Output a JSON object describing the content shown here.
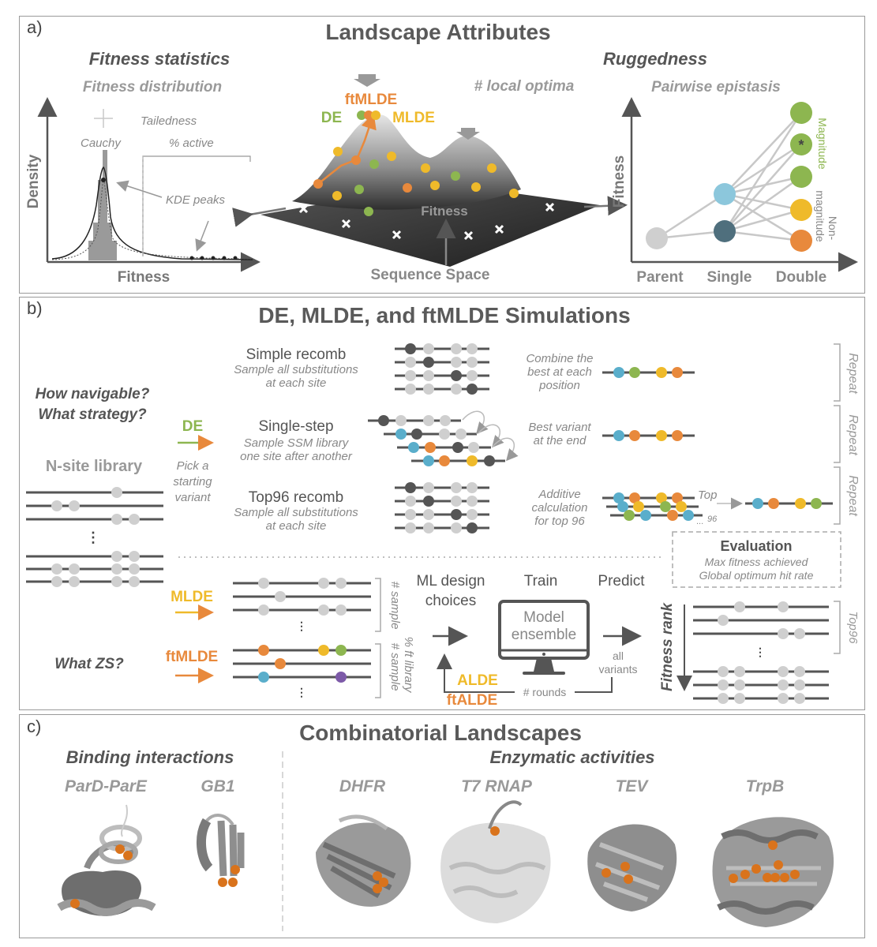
{
  "colors": {
    "gray_dark": "#575757",
    "gray_mid": "#8a8a8a",
    "gray_light": "#cfcfcf",
    "green": "#8db650",
    "orange": "#e8893c",
    "yellow": "#efba2a",
    "blue": "#5aaecb",
    "teal_dark": "#4f6f7d",
    "purple": "#7d5aa8",
    "light_blue": "#8cc7dc"
  },
  "panel_a": {
    "label": "a)",
    "title": "Landscape Attributes",
    "fitness_stats": {
      "heading": "Fitness statistics",
      "sub": "Fitness distribution",
      "tailedness": "Tailedness",
      "cauchy": "Cauchy",
      "pct_active": "% active",
      "kde_peaks": "KDE peaks",
      "y_axis": "Density",
      "x_axis": "Fitness"
    },
    "landscape": {
      "local_optima": "# local optima",
      "ftmlde": "ftMLDE",
      "de": "DE",
      "mlde": "MLDE",
      "fitness": "Fitness",
      "sequence_space": "Sequence Space"
    },
    "ruggedness": {
      "heading": "Ruggedness",
      "sub": "Pairwise epistasis",
      "y_axis": "Fitness",
      "x_parent": "Parent",
      "x_single": "Single",
      "x_double": "Double",
      "magnitude": "Magnitude",
      "non_magnitude_1": "Non-",
      "non_magnitude_2": "magnitude",
      "star": "*"
    }
  },
  "panel_b": {
    "label": "b)",
    "title": "DE, MLDE, and ftMLDE Simulations",
    "q1": "How navigable?",
    "q2": "What strategy?",
    "q3": "What ZS?",
    "nsite": "N-site library",
    "ellipsis": "⋮",
    "de": "DE",
    "pick1": "Pick a",
    "pick2": "starting",
    "pick3": "variant",
    "simple": {
      "title": "Simple recomb",
      "sub1": "Sample all substitutions",
      "sub2": "at each site",
      "r1": "Combine the",
      "r2": "best at each",
      "r3": "position"
    },
    "single": {
      "title": "Single-step",
      "sub1": "Sample SSM library",
      "sub2": "one site after another",
      "r1": "Best variant",
      "r2": "at the end"
    },
    "top96": {
      "title": "Top96 recomb",
      "sub1": "Sample all substitutions",
      "sub2": "at each site",
      "r1": "Additive",
      "r2": "calculation",
      "r3": "for top 96",
      "top": "Top",
      "n96": "96",
      "dots": "..."
    },
    "repeat": "Repeat",
    "evaluation": {
      "title": "Evaluation",
      "l1": "Max fitness achieved",
      "l2": "Global optimum hit rate"
    },
    "mlde": "MLDE",
    "ftmlde": "ftMLDE",
    "n_sample": "# sample",
    "pct_ft": "% ft library",
    "ml_design": "ML design",
    "choices": "choices",
    "train": "Train",
    "predict": "Predict",
    "model1": "Model",
    "model2": "ensemble",
    "all1": "all",
    "all2": "variants",
    "alde": "ALDE",
    "ftalde": "ftALDE",
    "rounds": "# rounds",
    "fitness_rank": "Fitness rank",
    "top96_label": "Top96"
  },
  "panel_c": {
    "label": "c)",
    "title": "Combinatorial Landscapes",
    "binding": "Binding interactions",
    "enzymatic": "Enzymatic activities",
    "proteins": [
      "ParD-ParE",
      "GB1",
      "DHFR",
      "T7 RNAP",
      "TEV",
      "TrpB"
    ]
  }
}
